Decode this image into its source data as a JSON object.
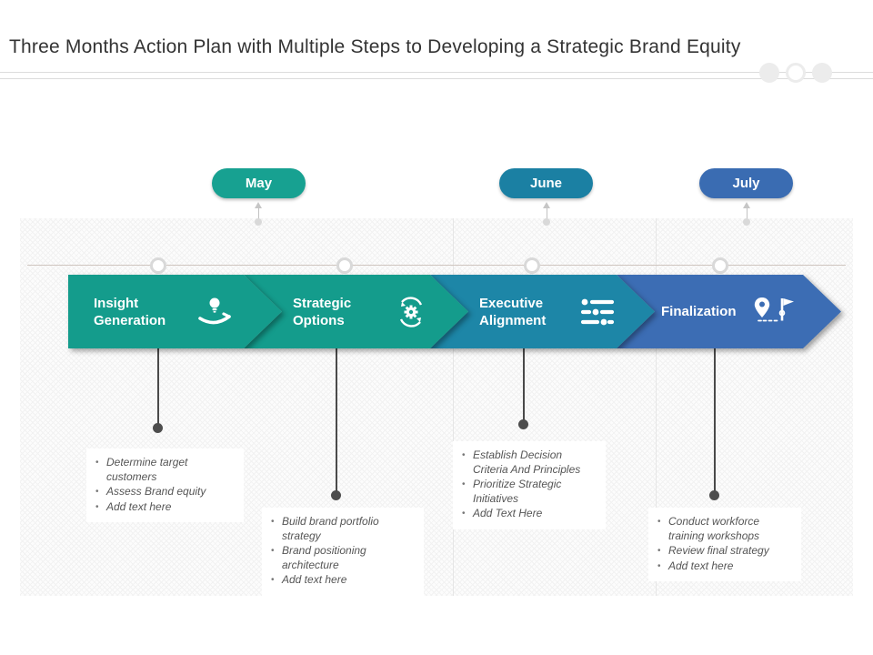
{
  "page": {
    "title": "Three Months Action Plan with Multiple Steps to Developing a Strategic Brand Equity"
  },
  "months": [
    {
      "label": "May",
      "color": "#17a191"
    },
    {
      "label": "June",
      "color": "#1b80a3"
    },
    {
      "label": "July",
      "color": "#3a6cb2"
    }
  ],
  "steps": [
    {
      "label": "Insight Generation",
      "icon": "hand-bulb-icon",
      "color": "#149c8c",
      "bullets": [
        "Determine target customers",
        "Assess Brand equity",
        "Add text here"
      ]
    },
    {
      "label": "Strategic Options",
      "icon": "gear-refresh-icon",
      "color": "#149c8c",
      "bullets": [
        "Build brand portfolio strategy",
        "Brand positioning architecture",
        "Add text here"
      ]
    },
    {
      "label": "Executive Alignment",
      "icon": "sliders-icon",
      "color": "#1d86a7",
      "bullets": [
        "Establish Decision Criteria And Principles",
        "Prioritize Strategic Initiatives",
        "Add Text Here"
      ]
    },
    {
      "label": "Finalization",
      "icon": "pin-flag-icon",
      "color": "#3c6db4",
      "bullets": [
        "Conduct workforce training workshops",
        "Review final strategy",
        "Add text here"
      ]
    }
  ]
}
